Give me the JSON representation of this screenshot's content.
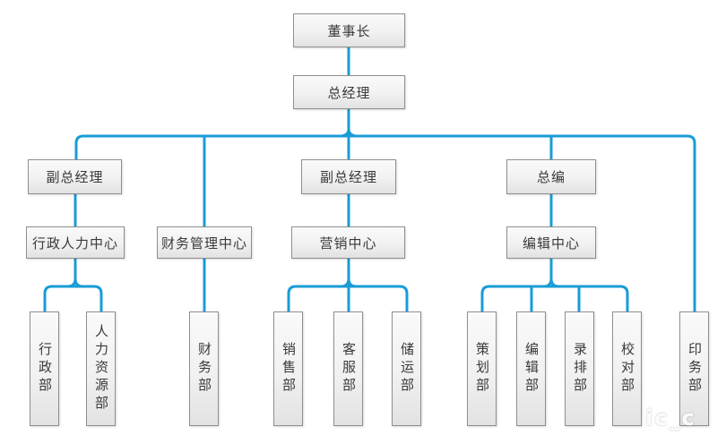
{
  "diagram": {
    "type": "org-chart",
    "colors": {
      "connector": "#189cd6",
      "box_border": "#8f8f8f",
      "box_fill_top": "#fafafa",
      "box_fill_bottom": "#e2e2e2",
      "text": "#3a3a3a"
    },
    "nodes": {
      "chairman": "董事长",
      "general_manager": "总经理",
      "deputy_gm_1": "副总经理",
      "deputy_gm_2": "副总经理",
      "chief_editor": "总编",
      "admin_hr_center": "行政人力中心",
      "finance_mgmt_center": "财务管理中心",
      "marketing_center": "营销中心",
      "editorial_center": "编辑中心",
      "admin_dept": "行政部",
      "hr_dept": "人力资源部",
      "finance_dept": "财务部",
      "sales_dept": "销售部",
      "customer_service_dept": "客服部",
      "storage_transport_dept": "储运部",
      "planning_dept": "策划部",
      "editing_dept": "编辑部",
      "typesetting_dept": "录排部",
      "proofreading_dept": "校对部",
      "printing_dept": "印务部"
    },
    "edges": [
      [
        "chairman",
        "general_manager"
      ],
      [
        "general_manager",
        "deputy_gm_1"
      ],
      [
        "general_manager",
        "finance_mgmt_center"
      ],
      [
        "general_manager",
        "deputy_gm_2"
      ],
      [
        "general_manager",
        "chief_editor"
      ],
      [
        "general_manager",
        "printing_dept"
      ],
      [
        "deputy_gm_1",
        "admin_hr_center"
      ],
      [
        "deputy_gm_2",
        "marketing_center"
      ],
      [
        "chief_editor",
        "editorial_center"
      ],
      [
        "admin_hr_center",
        "admin_dept"
      ],
      [
        "admin_hr_center",
        "hr_dept"
      ],
      [
        "finance_mgmt_center",
        "finance_dept"
      ],
      [
        "marketing_center",
        "sales_dept"
      ],
      [
        "marketing_center",
        "customer_service_dept"
      ],
      [
        "marketing_center",
        "storage_transport_dept"
      ],
      [
        "editorial_center",
        "planning_dept"
      ],
      [
        "editorial_center",
        "editing_dept"
      ],
      [
        "editorial_center",
        "typesetting_dept"
      ],
      [
        "editorial_center",
        "proofreading_dept"
      ]
    ]
  },
  "watermark": "ic_c"
}
